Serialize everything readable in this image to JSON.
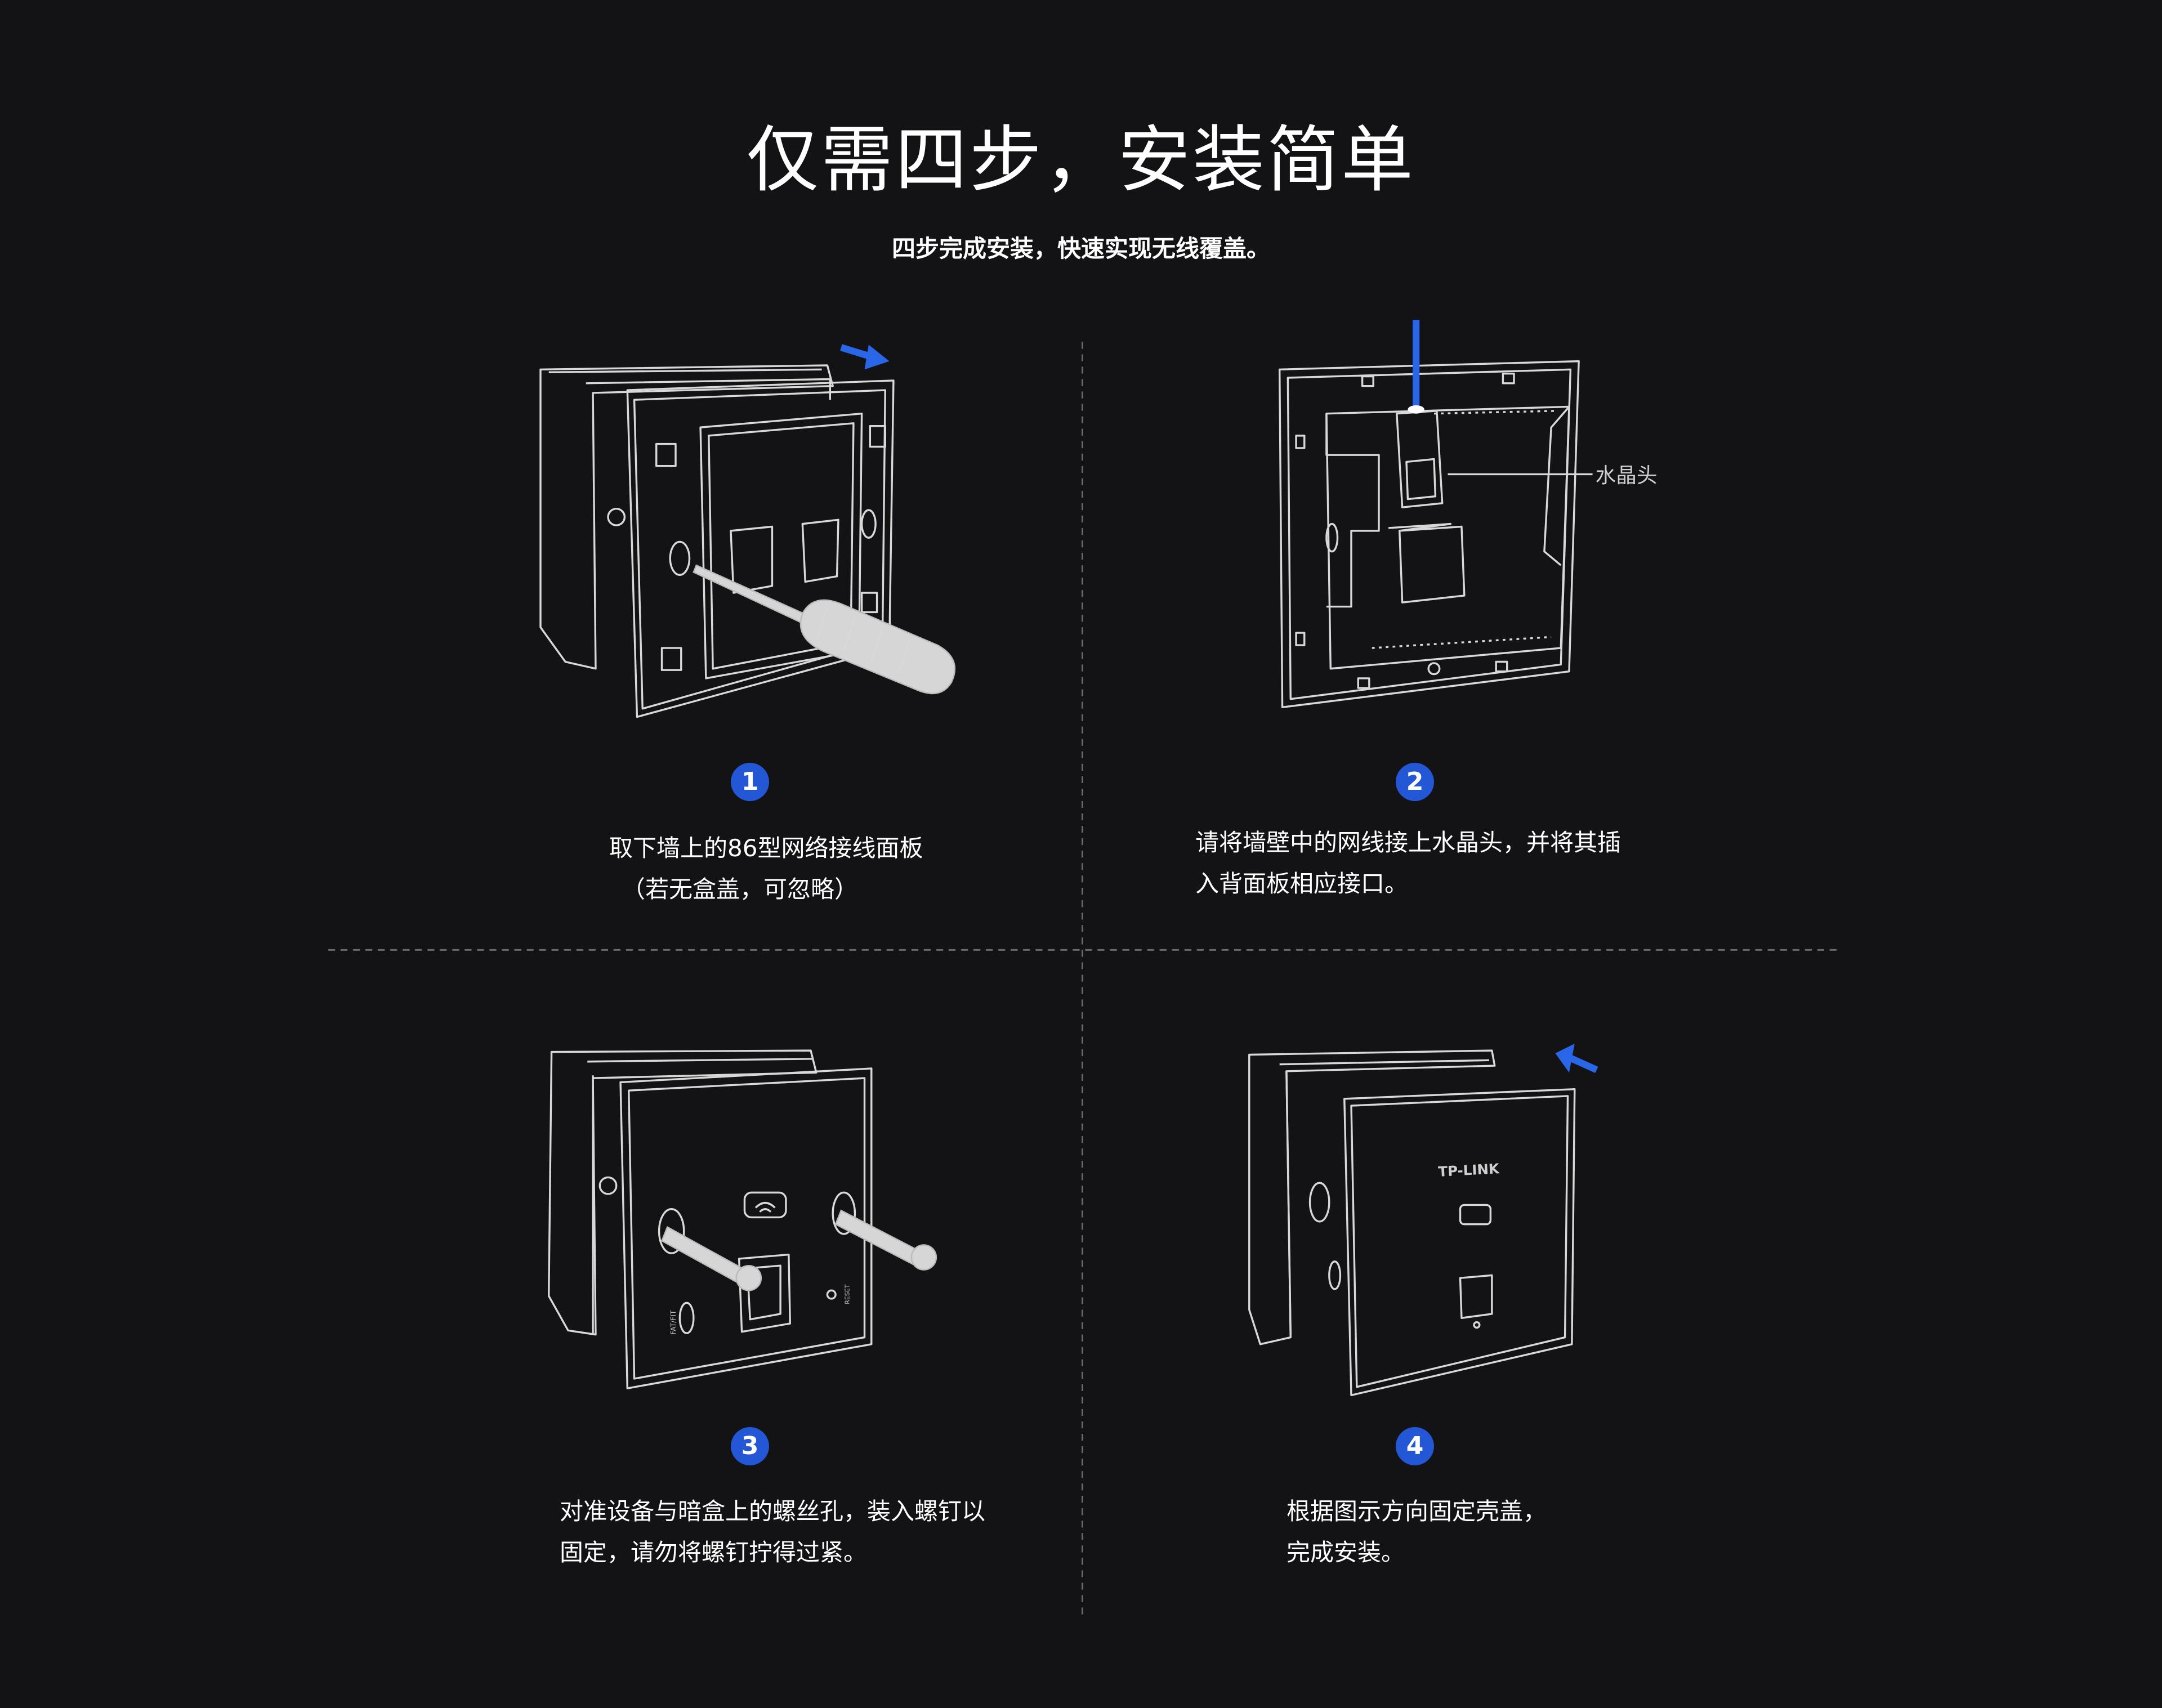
{
  "header": {
    "title": "仅需四步，安装简单",
    "subtitle": "四步完成安装，快速实现无线覆盖。"
  },
  "steps": [
    {
      "number": "1",
      "lines": [
        "取下墙上的86型网络接线面板",
        "（若无盒盖，可忽略）"
      ]
    },
    {
      "number": "2",
      "lines": [
        "请将墙壁中的网线接上水晶头，并将其插",
        "入背面板相应接口。"
      ],
      "callout": "水晶头"
    },
    {
      "number": "3",
      "lines": [
        "对准设备与暗盒上的螺丝孔，装入螺钉以",
        "固定，请勿将螺钉拧得过紧。"
      ],
      "labels": {
        "switch": "FAT/FIT",
        "reset": "RESET"
      }
    },
    {
      "number": "4",
      "lines": [
        "根据图示方向固定壳盖，",
        "完成安装。"
      ],
      "brand": "TP-LINK"
    }
  ],
  "colors": {
    "background": "#131214",
    "accent": "#2357d6",
    "text": "#ffffff"
  }
}
